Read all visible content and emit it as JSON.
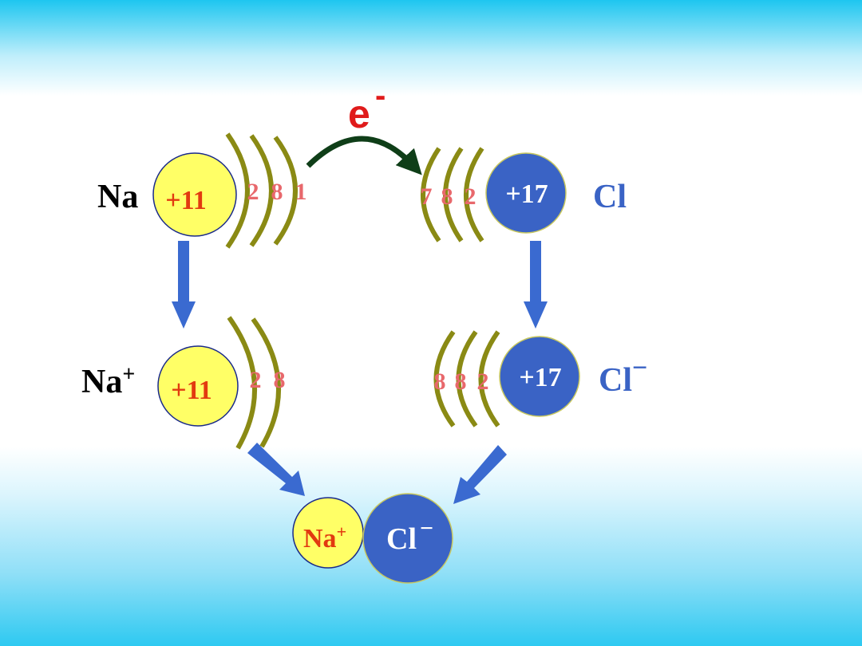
{
  "colors": {
    "nucleus_na": "#ffff66",
    "nucleus_cl": "#3a63c5",
    "shell": "#8a8a14",
    "shell_numbers": "#e8686c",
    "na_charge": "#e23a10",
    "cl_label": "#3a63c5",
    "arrow": "#3a6ad0",
    "electron_arrow": "#0f3e18",
    "electron_label": "#e01b1b"
  },
  "electron": {
    "symbol": "e",
    "charge": "-"
  },
  "na_atom": {
    "symbol": "Na",
    "nucleus": "+11",
    "shells": [
      "2",
      "8",
      "1"
    ]
  },
  "cl_atom": {
    "symbol": "Cl",
    "nucleus": "+17",
    "shells": [
      "7",
      "8",
      "2"
    ]
  },
  "na_ion": {
    "symbol": "Na",
    "charge": "+",
    "nucleus": "+11",
    "shells": [
      "2",
      "8"
    ]
  },
  "cl_ion": {
    "symbol": "Cl",
    "charge": "−",
    "nucleus": "+17",
    "shells": [
      "8",
      "8",
      "2"
    ]
  },
  "compound": {
    "na_symbol": "Na",
    "na_charge": "+",
    "cl_symbol": "Cl",
    "cl_charge": "−"
  }
}
